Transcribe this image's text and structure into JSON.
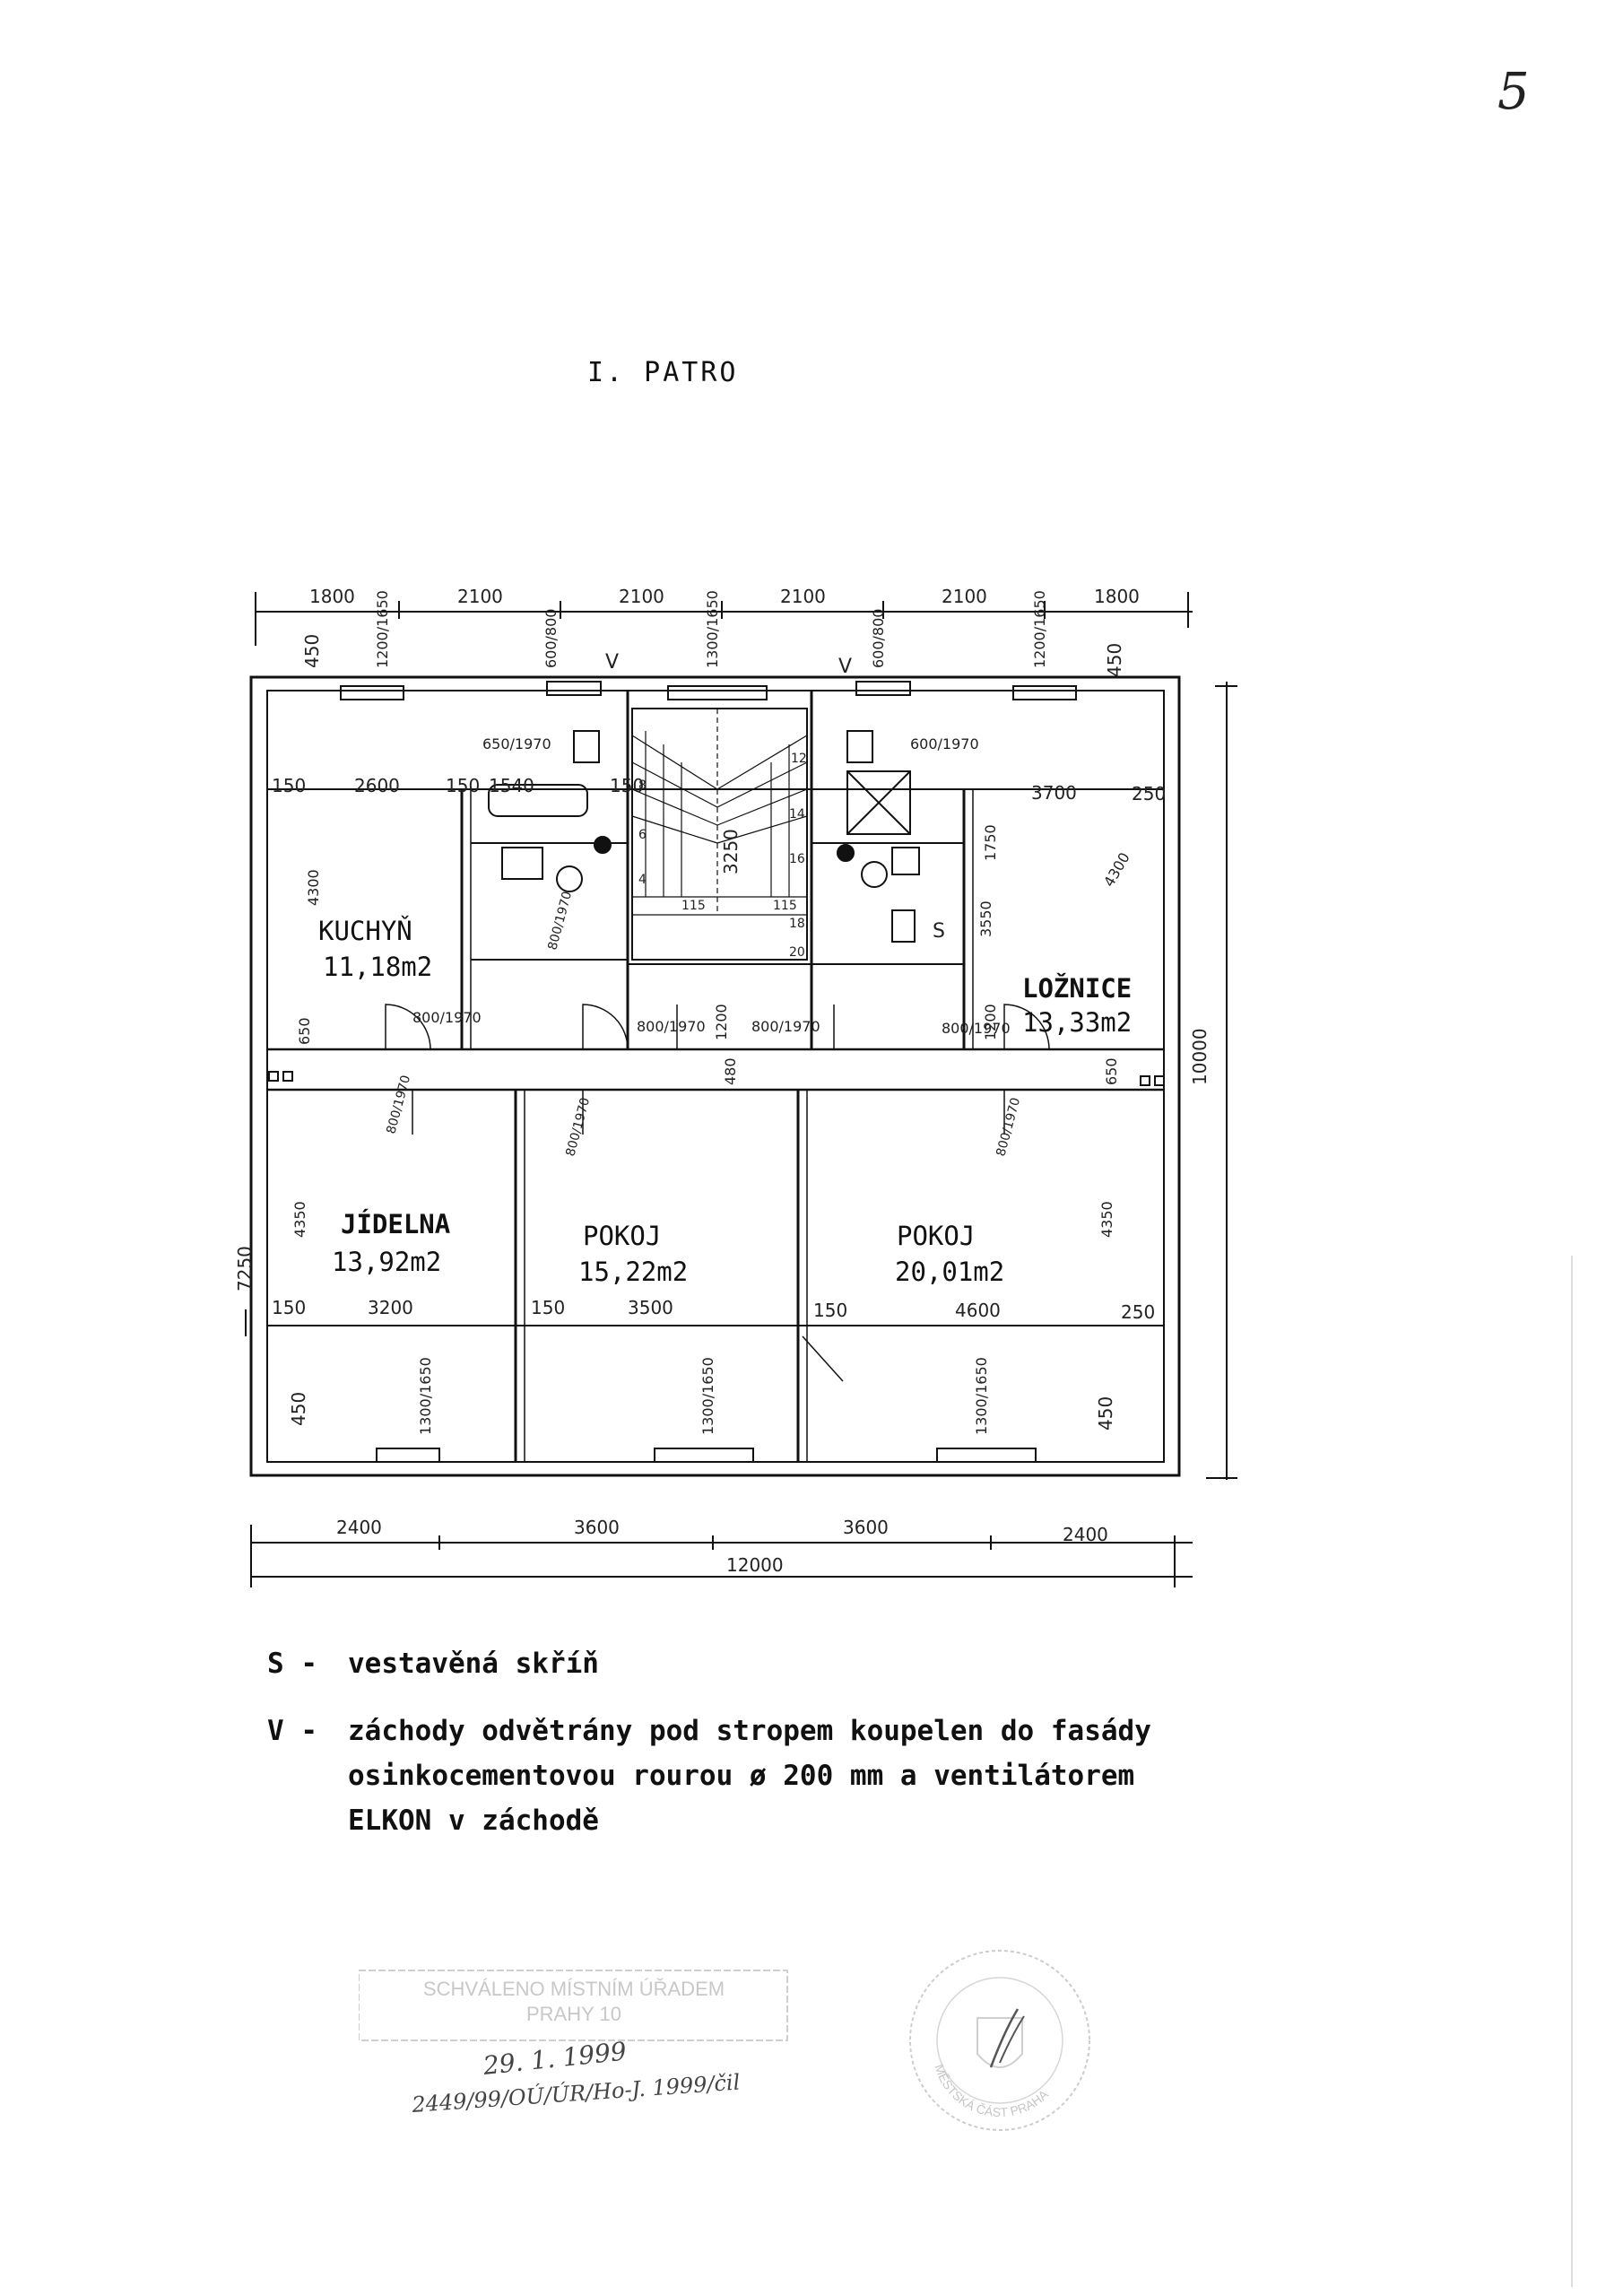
{
  "page_number": "5",
  "title": "I. PATRO",
  "rooms": [
    {
      "name": "KUCHYŇ",
      "area": "11,18m2"
    },
    {
      "name": "LOŽNICE",
      "area": "13,33m2"
    },
    {
      "name": "JÍDELNA",
      "area": "13,92m2"
    },
    {
      "name": "POKOJ",
      "area": "15,22m2"
    },
    {
      "name": "POKOJ",
      "area": "20,01m2"
    }
  ],
  "dimensions": {
    "top": [
      "1800",
      "2100",
      "2100",
      "2100",
      "2100",
      "1800"
    ],
    "bottom": [
      "2400",
      "3600",
      "3600",
      "2400"
    ],
    "bottom_total": "12000",
    "right_total": "10000",
    "left_height": "7250",
    "room_widths": [
      "2600",
      "3700",
      "3200",
      "3500",
      "4600"
    ],
    "wall_small": [
      "150",
      "150",
      "150",
      "150",
      "150",
      "150",
      "250",
      "250",
      "450",
      "450",
      "450",
      "450"
    ],
    "window_marks": [
      "1200/1650",
      "600/800",
      "1300/1650",
      "600/800",
      "1200/1650",
      "1300/1650",
      "1300/1650",
      "1300/1650"
    ],
    "door_marks": [
      "800/1970",
      "800/1970",
      "800/1970",
      "800/1970",
      "650/1970",
      "600/1970",
      "800/1970",
      "800/1970",
      "800/1970",
      "800/1970"
    ],
    "room_heights": [
      "4300",
      "650",
      "4350",
      "4350",
      "4300",
      "3550",
      "1200",
      "1200",
      "1750"
    ],
    "misc": [
      "1540",
      "3250",
      "115",
      "115",
      "18",
      "20",
      "14",
      "16",
      "12",
      "8",
      "6",
      "4",
      "480",
      "650"
    ],
    "small_labels": [
      "V",
      "V",
      "S"
    ]
  },
  "legend": [
    {
      "key": "S",
      "dash": "-",
      "text": "vestavěná skříň"
    },
    {
      "key": "V",
      "dash": "-",
      "lines": [
        "záchody odvětrány pod stropem koupelen do fasády",
        "osinkocementovou rourou ø 200 mm a ventilátorem",
        "ELKON v záchodě"
      ]
    }
  ],
  "stamp": {
    "text_line1": "SCHVÁLENO MÍSTNÍM ÚŘADEM",
    "text_line2": "PRAHY 10",
    "handwritten_date": "29. 1. 1999",
    "handwritten_ref": "2449/99/OÚ/ÚR/Ho-J. 1999/čil"
  },
  "seal": {
    "text": "MĚSTSKÁ ČÁST PRAHA"
  }
}
